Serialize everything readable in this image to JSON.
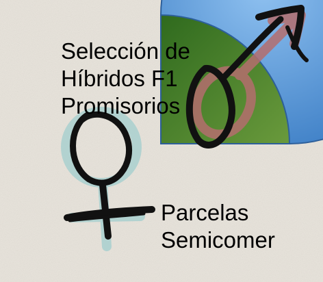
{
  "slide": {
    "top_label_lines": [
      "Selección de",
      "Híbridos F1",
      "Promisorios"
    ],
    "bottom_label_lines": [
      "Parcelas",
      "Semicomer"
    ]
  },
  "colors": {
    "background": "#e8e4dc",
    "pie_blue": "#5b9bd5",
    "pie_green": "#4a7c2e",
    "female_symbol": "#9ec7c7",
    "male_symbol": "#b06a6a",
    "marker_ink": "#111111",
    "text": "#000000"
  },
  "icons": [
    "female-symbol-icon",
    "male-symbol-icon"
  ]
}
